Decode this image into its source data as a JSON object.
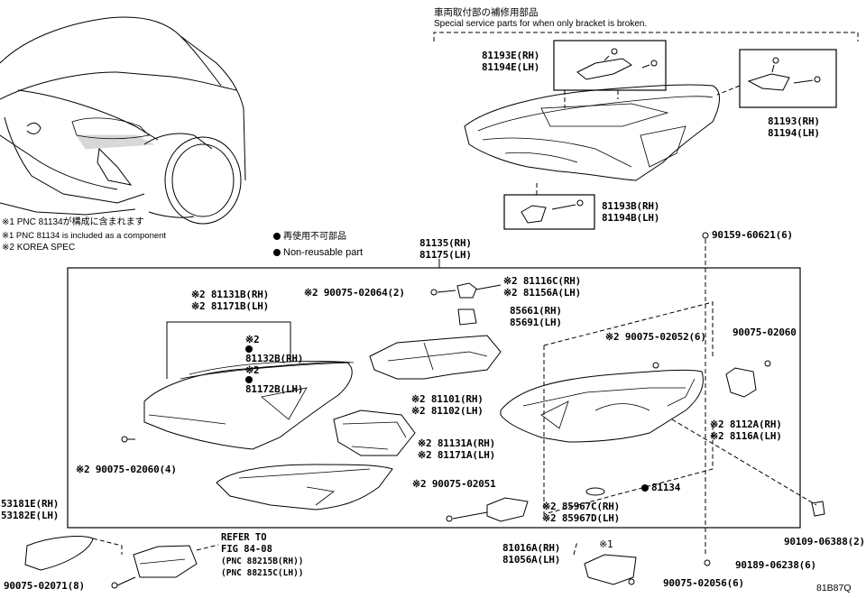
{
  "header": {
    "jp": "車両取付部の補修用部品",
    "en": "Special service parts for when only bracket is broken."
  },
  "notes": {
    "n1_jp": "※1 PNC 81134が構成に含まれます",
    "n1_en": "※1 PNC 81134 is included as a component",
    "n2": "※2 KOREA SPEC"
  },
  "legend": {
    "jp": "再使用不可部品",
    "en": "Non-reusable part"
  },
  "refer": {
    "line1": "REFER TO",
    "line2": "FIG 84-08",
    "pnc1": "(PNC 88215B(RH))",
    "pnc2": "(PNC 88215C(LH))"
  },
  "diagram_code": "81B87Q",
  "labels": {
    "p81193E": "81193E(RH)",
    "p81194E": "81194E(LH)",
    "p81193": "81193(RH)",
    "p81194": "81194(LH)",
    "p81193B": "81193B(RH)",
    "p81194B": "81194B(LH)",
    "p81135": "81135(RH)",
    "p81175": "81175(LH)",
    "p90159": "90159-60621(6)",
    "p81116C": "※2 81116C(RH)",
    "p81156A": "※2 81156A(LH)",
    "p90075_02064": "※2 90075-02064(2)",
    "p85661": "85661(RH)",
    "p85691": "85691(LH)",
    "p81131B": "※2 81131B(RH)",
    "p81171B": "※2 81171B(LH)",
    "p81132B": "81132B(RH)",
    "p81172B": "81172B(LH)",
    "p81132B_mark": "※2",
    "p81172B_mark": "※2",
    "p90075_02052": "※2 90075-02052(6)",
    "p90075_02060b": "90075-02060",
    "p81101": "※2 81101(RH)",
    "p81102": "※2 81102(LH)",
    "p8112A": "※2 8112A(RH)",
    "p8116A": "※2 8116A(LH)",
    "p81131A": "※2 81131A(RH)",
    "p81171A": "※2 81171A(LH)",
    "p90075_02060_4": "※2 90075-02060(4)",
    "p90075_02051": "※2 90075-02051",
    "p81134": "81134",
    "p85967C": "※2 85967C(RH)",
    "p85967D": "※2 85967D(LH)",
    "p53181E": "53181E(RH)",
    "p53182E": "53182E(LH)",
    "p81016A": "81016A(RH)",
    "p81056A": "81056A(LH)",
    "p81016A_mark": "※1",
    "p90109": "90109-06388(2)",
    "p90189": "90189-06238(6)",
    "p90075_02056": "90075-02056(6)",
    "p90075_02071": "90075-02071(8)"
  }
}
